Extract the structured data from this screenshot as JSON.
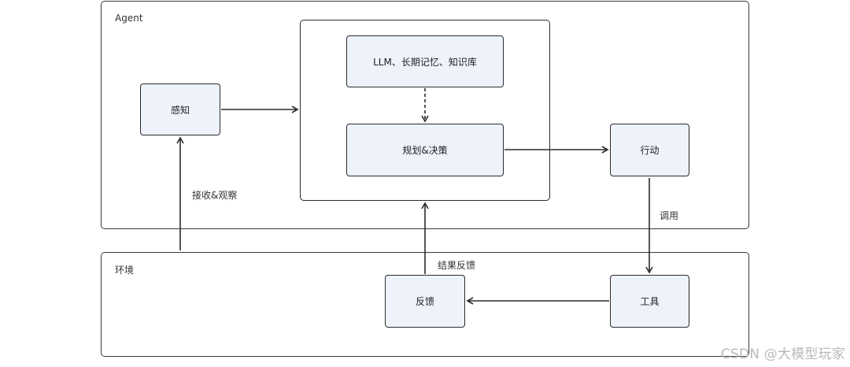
{
  "agent_frame": {
    "label": "Agent"
  },
  "env_frame": {
    "label": "环境"
  },
  "nodes": {
    "perception": "感知",
    "llm_memory": "LLM、长期记忆、知识库",
    "planning": "规划&决策",
    "action": "行动",
    "tools": "工具",
    "feedback": "反馈"
  },
  "edge_labels": {
    "receive_observe": "接收&观察",
    "invoke": "调用",
    "result_feedback": "结果反馈"
  },
  "watermark": "CSDN @大模型玩家",
  "colors": {
    "node_fill": "#eef2fb",
    "stroke": "#2b2b2b"
  }
}
